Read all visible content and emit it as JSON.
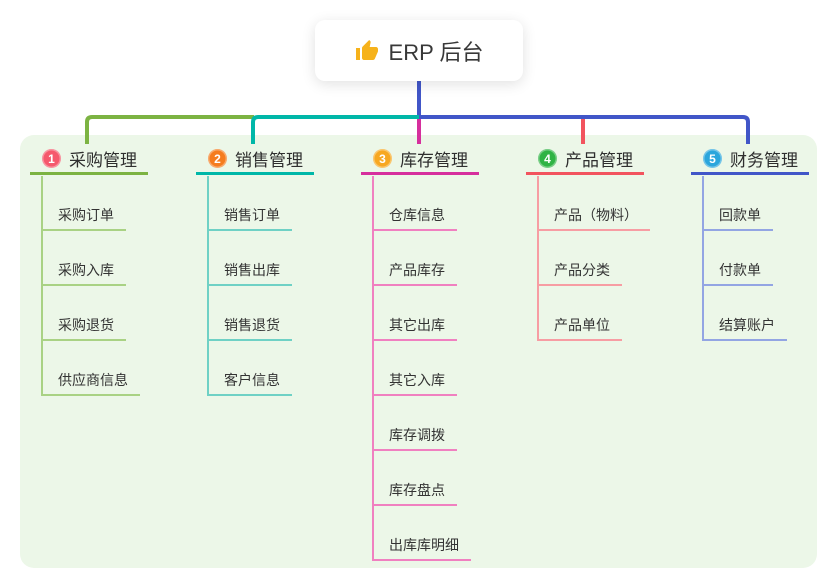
{
  "root": {
    "title": "ERP 后台",
    "icon": "thumbs-up-icon",
    "icon_color": "#f6b21b"
  },
  "colors": {
    "canvas_bg": "#ffffff",
    "panel_bg": "#ecf7e8",
    "root_connector": "#4156c8",
    "text_dark": "#2e2e2e"
  },
  "branches": [
    {
      "index": "1",
      "label": "采购管理",
      "badge_color": "#f5586c",
      "line_color": "#7cb342",
      "child_line_color": "#a9d284",
      "children": [
        "采购订单",
        "采购入库",
        "采购退货",
        "供应商信息"
      ]
    },
    {
      "index": "2",
      "label": "销售管理",
      "badge_color": "#f57c1e",
      "line_color": "#00b7a8",
      "child_line_color": "#6fd1c5",
      "children": [
        "销售订单",
        "销售出库",
        "销售退货",
        "客户信息"
      ]
    },
    {
      "index": "3",
      "label": "库存管理",
      "badge_color": "#f7a821",
      "line_color": "#d62f9d",
      "child_line_color": "#f080c0",
      "children": [
        "仓库信息",
        "产品库存",
        "其它出库",
        "其它入库",
        "库存调拨",
        "库存盘点",
        "出库库明细"
      ]
    },
    {
      "index": "4",
      "label": "产品管理",
      "badge_color": "#2fb344",
      "line_color": "#f2545e",
      "child_line_color": "#f79da3",
      "children": [
        "产品（物料）",
        "产品分类",
        "产品单位"
      ]
    },
    {
      "index": "5",
      "label": "财务管理",
      "badge_color": "#2ba6dc",
      "line_color": "#4156c8",
      "child_line_color": "#93a5e3",
      "children": [
        "回款单",
        "付款单",
        "结算账户"
      ]
    }
  ]
}
